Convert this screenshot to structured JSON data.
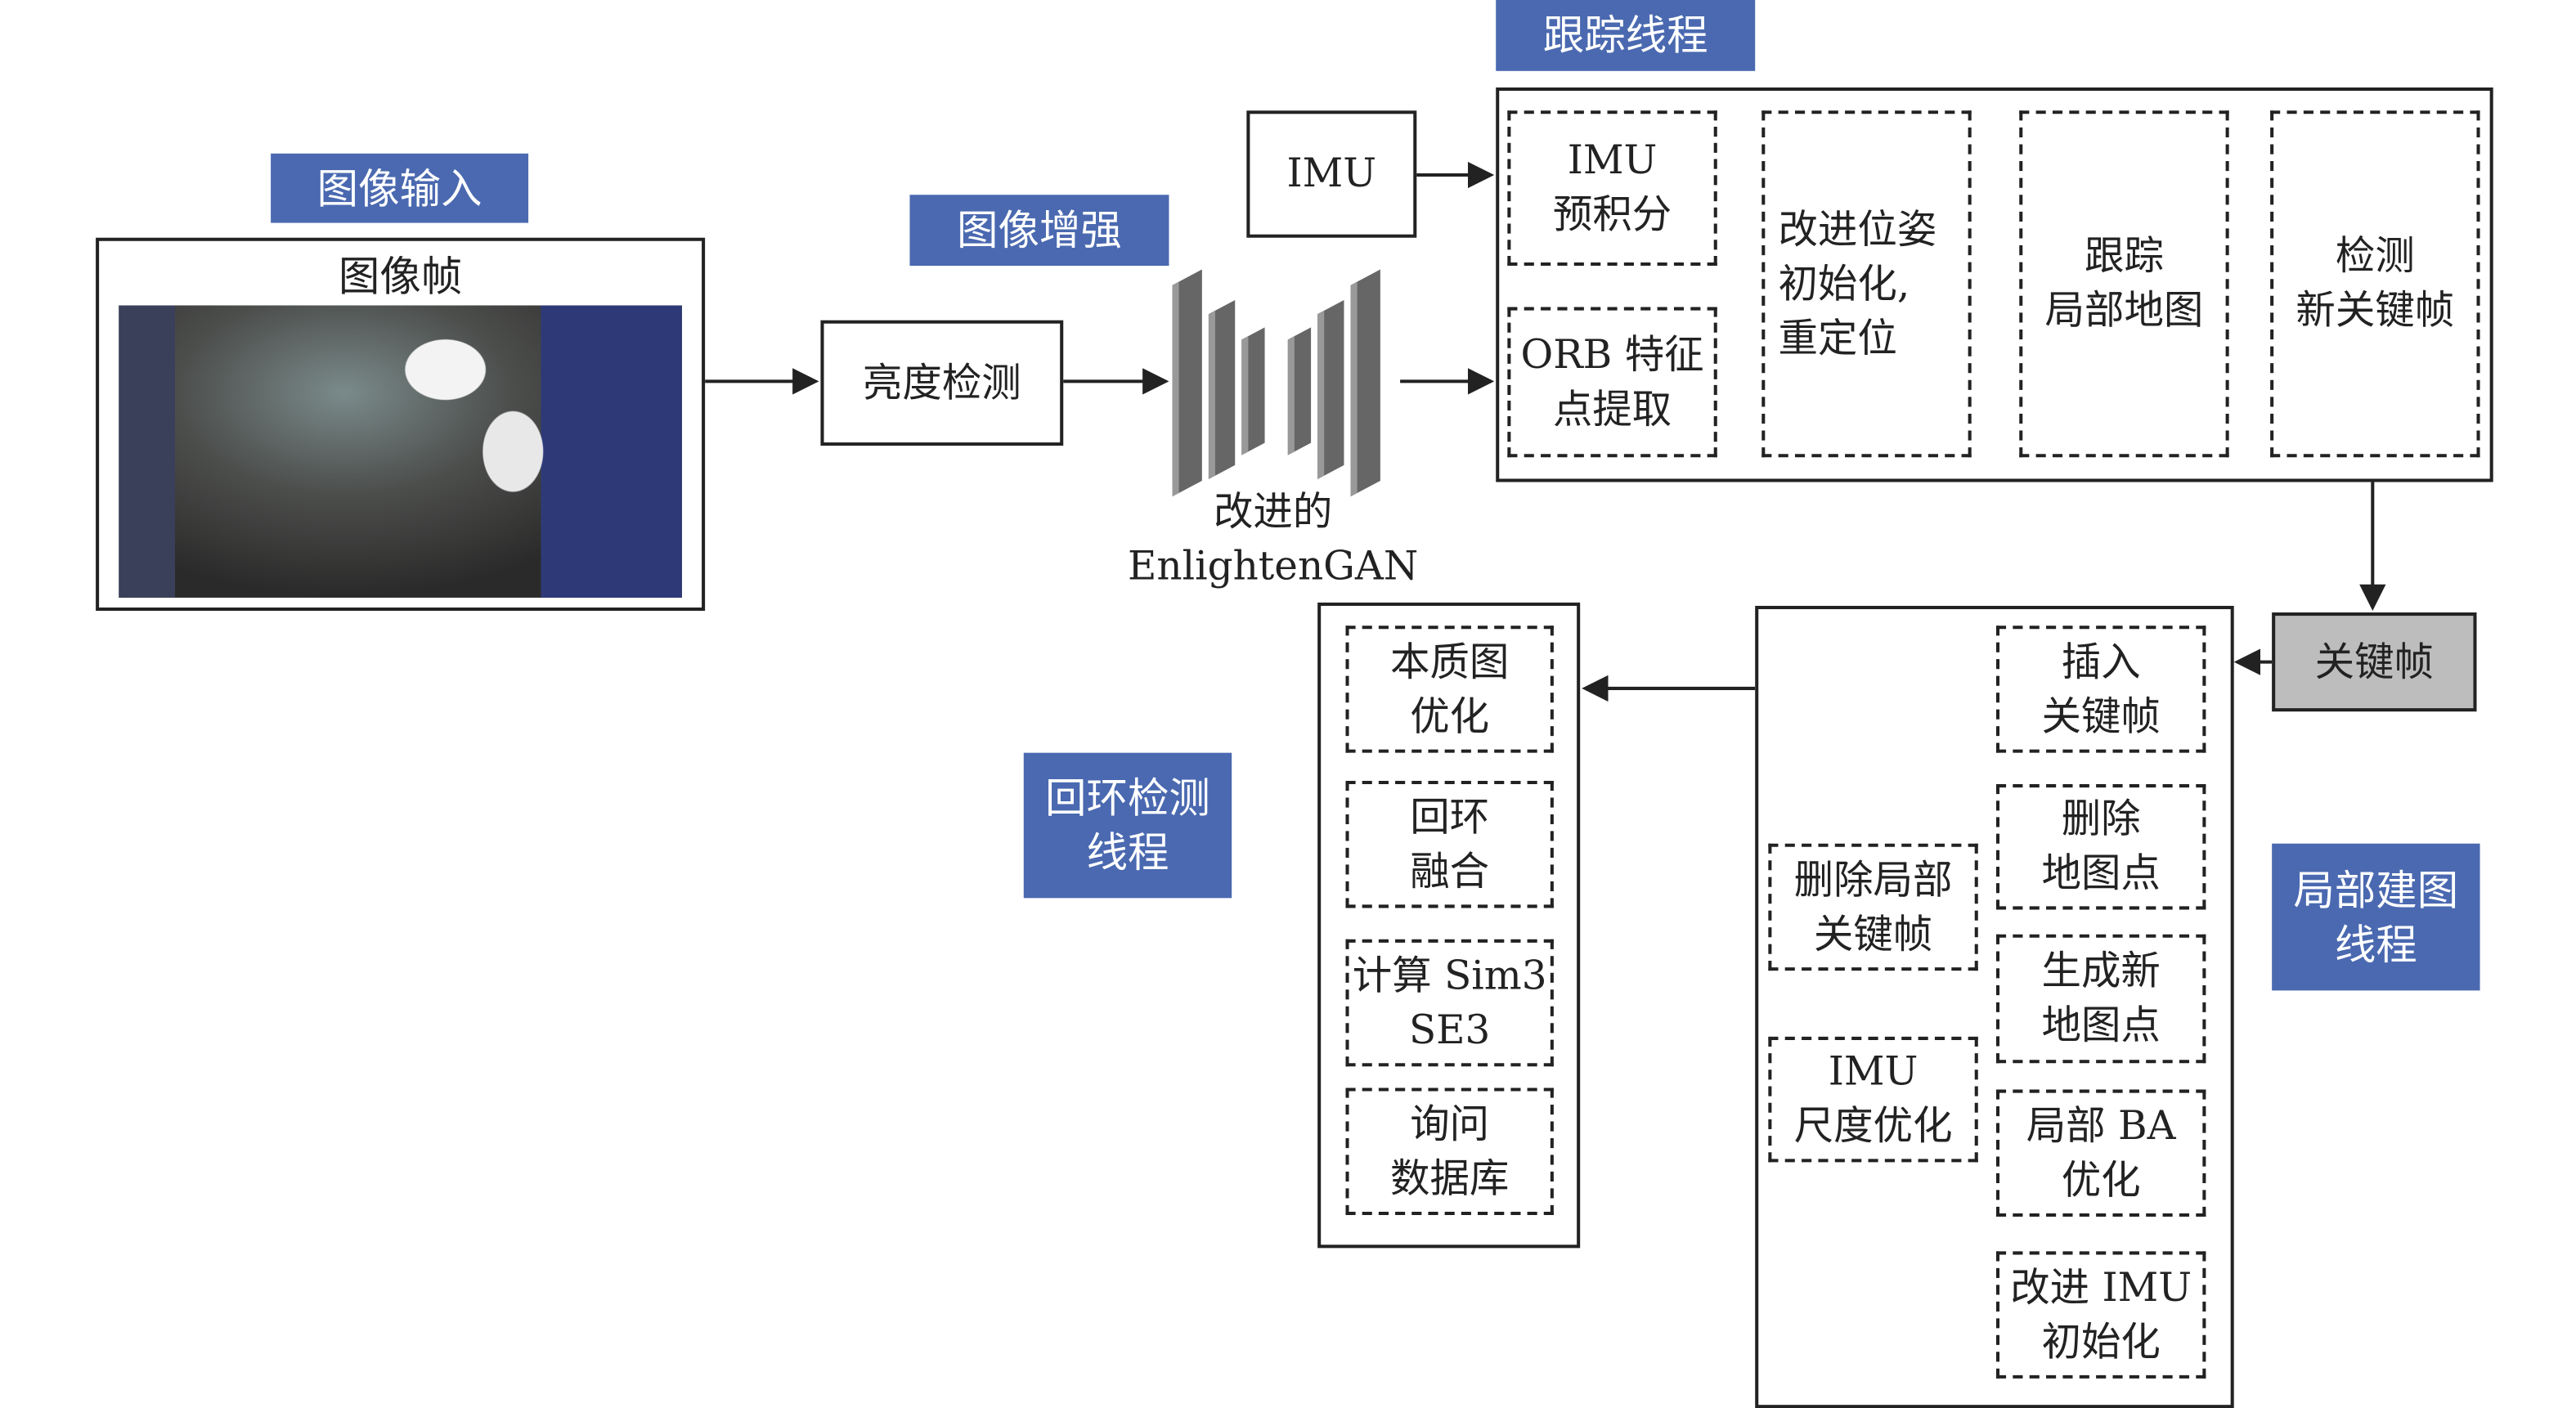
{
  "labels": {
    "image_input": "图像输入",
    "image_enhance": "图像增强",
    "tracking_thread": "跟踪线程",
    "loop_thread": [
      "回环检测",
      "线程"
    ],
    "local_mapping_thread": [
      "局部建图",
      "线程"
    ]
  },
  "input": {
    "title": "图像帧"
  },
  "brightness": "亮度检测",
  "gan": {
    "line1": "改进的",
    "line2": "EnlightenGAN"
  },
  "imu": "IMU",
  "tracking": {
    "imu_preint": [
      "IMU",
      "预积分"
    ],
    "orb": [
      "ORB 特征",
      "点提取"
    ],
    "pose_init": [
      "改进位姿",
      "初始化,",
      "重定位"
    ],
    "track_local_map": [
      "跟踪",
      "局部地图"
    ],
    "detect_keyframe": [
      "检测",
      "新关键帧"
    ]
  },
  "keyframe": "关键帧",
  "local_mapping": {
    "insert_kf": [
      "插入",
      "关键帧"
    ],
    "delete_mp": [
      "删除",
      "地图点"
    ],
    "new_mp": [
      "生成新",
      "地图点"
    ],
    "local_ba": [
      "局部 BA",
      "优化"
    ],
    "imu_init": [
      "改进 IMU",
      "初始化"
    ],
    "delete_kf": [
      "删除局部",
      "关键帧"
    ],
    "imu_scale": [
      "IMU",
      "尺度优化"
    ]
  },
  "loop": {
    "essential": [
      "本质图",
      "优化"
    ],
    "fusion": [
      "回环",
      "融合"
    ],
    "sim3": [
      "计算 Sim3",
      "SE3"
    ],
    "query": [
      "询问",
      "数据库"
    ]
  }
}
